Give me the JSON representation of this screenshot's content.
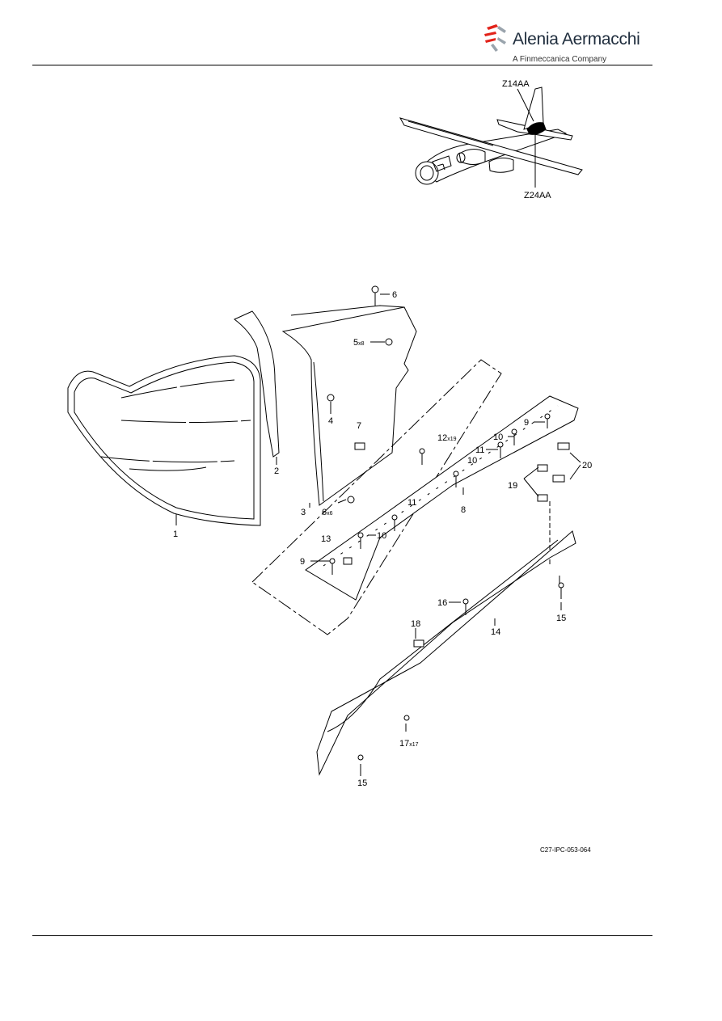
{
  "brand": {
    "name": "Alenia Aermacchi",
    "tagline": "A Finmeccanica Company",
    "color": "#e2231a"
  },
  "locator": {
    "zone_top": "Z14AA",
    "zone_bottom": "Z24AA"
  },
  "callouts": [
    {
      "id": "1",
      "text": "1"
    },
    {
      "id": "2",
      "text": "2"
    },
    {
      "id": "3",
      "text": "3"
    },
    {
      "id": "4",
      "text": "4"
    },
    {
      "id": "5",
      "text": "5",
      "qty": "x8"
    },
    {
      "id": "6-top",
      "text": "6"
    },
    {
      "id": "6-bottom",
      "text": "6",
      "qty": "x6"
    },
    {
      "id": "7",
      "text": "7"
    },
    {
      "id": "8",
      "text": "8"
    },
    {
      "id": "9-upper",
      "text": "9"
    },
    {
      "id": "9-lower",
      "text": "9"
    },
    {
      "id": "10-a",
      "text": "10"
    },
    {
      "id": "10-b",
      "text": "10"
    },
    {
      "id": "10-c",
      "text": "10"
    },
    {
      "id": "11-a",
      "text": "11"
    },
    {
      "id": "11-b",
      "text": "11"
    },
    {
      "id": "12",
      "text": "12",
      "qty": "x19"
    },
    {
      "id": "13",
      "text": "13"
    },
    {
      "id": "14",
      "text": "14"
    },
    {
      "id": "15-upper",
      "text": "15"
    },
    {
      "id": "15-lower",
      "text": "15"
    },
    {
      "id": "16",
      "text": "16"
    },
    {
      "id": "17",
      "text": "17",
      "qty": "x17"
    },
    {
      "id": "18",
      "text": "18"
    },
    {
      "id": "19",
      "text": "19"
    },
    {
      "id": "20",
      "text": "20"
    }
  ],
  "figure_reference": "C27-IPC-053-064"
}
